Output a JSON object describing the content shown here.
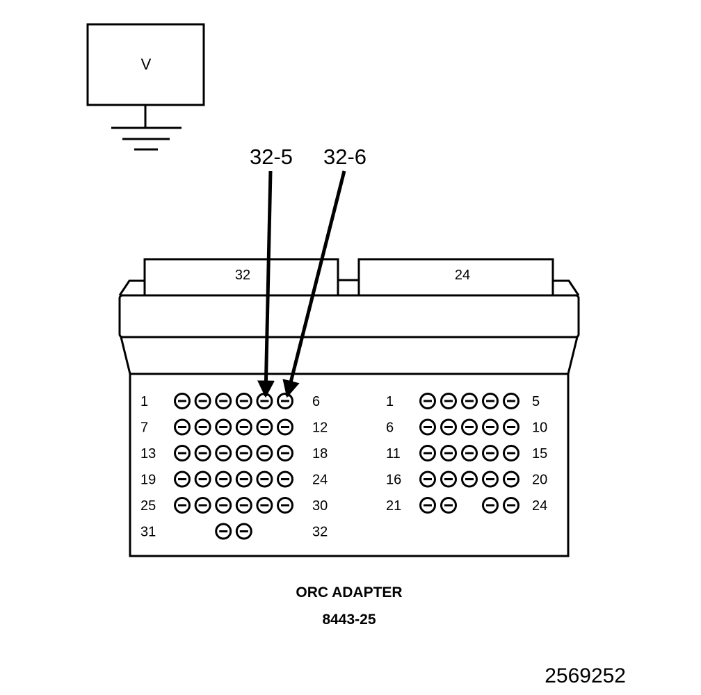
{
  "meter": {
    "label": "V"
  },
  "callouts": {
    "left": "32-5",
    "right": "32-6"
  },
  "connector_left": {
    "label": "32",
    "rows": [
      {
        "start": "1",
        "end": "6",
        "pins": 6,
        "slots": [
          0,
          1,
          2,
          3,
          4,
          5
        ]
      },
      {
        "start": "7",
        "end": "12",
        "pins": 6,
        "slots": [
          0,
          1,
          2,
          3,
          4,
          5
        ]
      },
      {
        "start": "13",
        "end": "18",
        "pins": 6,
        "slots": [
          0,
          1,
          2,
          3,
          4,
          5
        ]
      },
      {
        "start": "19",
        "end": "24",
        "pins": 6,
        "slots": [
          0,
          1,
          2,
          3,
          4,
          5
        ]
      },
      {
        "start": "25",
        "end": "30",
        "pins": 6,
        "slots": [
          0,
          1,
          2,
          3,
          4,
          5
        ]
      },
      {
        "start": "31",
        "end": "32",
        "pins": 2,
        "slots": [
          2,
          3
        ]
      }
    ]
  },
  "connector_right": {
    "label": "24",
    "rows": [
      {
        "start": "1",
        "end": "5",
        "pins": 5,
        "slots": [
          0,
          1,
          2,
          3,
          4
        ]
      },
      {
        "start": "6",
        "end": "10",
        "pins": 5,
        "slots": [
          0,
          1,
          2,
          3,
          4
        ]
      },
      {
        "start": "11",
        "end": "15",
        "pins": 5,
        "slots": [
          0,
          1,
          2,
          3,
          4
        ]
      },
      {
        "start": "16",
        "end": "20",
        "pins": 5,
        "slots": [
          0,
          1,
          2,
          3,
          4
        ]
      },
      {
        "start": "21",
        "end": "24",
        "pins": 4,
        "slots": [
          0,
          1,
          3,
          4
        ]
      }
    ]
  },
  "caption": {
    "title": "ORC ADAPTER",
    "part_number": "8443-25"
  },
  "figure_id": "2569252"
}
